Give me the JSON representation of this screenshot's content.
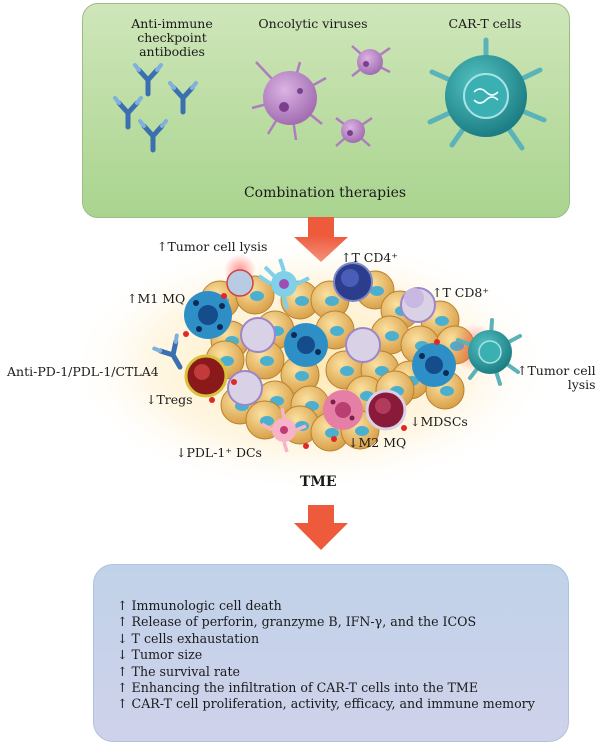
{
  "therapies": {
    "antibodies_label": "Anti-immune\ncheckpoint antibodies",
    "viruses_label": "Oncolytic viruses",
    "cart_label": "CAR-T cells",
    "combination_label": "Combination therapies"
  },
  "tme": {
    "title": "TME",
    "tumor_lysis_top": "↑Tumor cell lysis",
    "t_cd4": "↑T CD4⁺",
    "t_cd8": "↑T CD8⁺",
    "m1_mq": "↑M1 MQ",
    "checkpoint_agents": "Anti-PD-1/PDL-1/CTLA4",
    "tregs": "↓Tregs",
    "pdl1_dcs": "↓PDL-1⁺ DCs",
    "m2_mq": "↓M2 MQ",
    "mdscs": "↓MDSCs",
    "tumor_lysis_right": "↑Tumor cell\nlysis"
  },
  "outcomes": [
    "↑ Immunologic cell death",
    "↑ Release of perforin, granzyme B, IFN-γ, and the ICOS",
    "↓ T cells exhaustation",
    "↓ Tumor size",
    "↑  The survival rate",
    "↑ Enhancing the infiltration of CAR-T cells into the TME",
    "↑ CAR-T cell proliferation, activity, efficacy, and immune memory"
  ],
  "colors": {
    "top_box": "#b8dca0",
    "bottom_box": "#c6d3ea",
    "arrow": "#ee5a3c",
    "antibody": "#3a6fb0",
    "virus": "#b07cc0",
    "cart_cell": "#2fa3a3",
    "tumor_cell": "#f0c060"
  }
}
